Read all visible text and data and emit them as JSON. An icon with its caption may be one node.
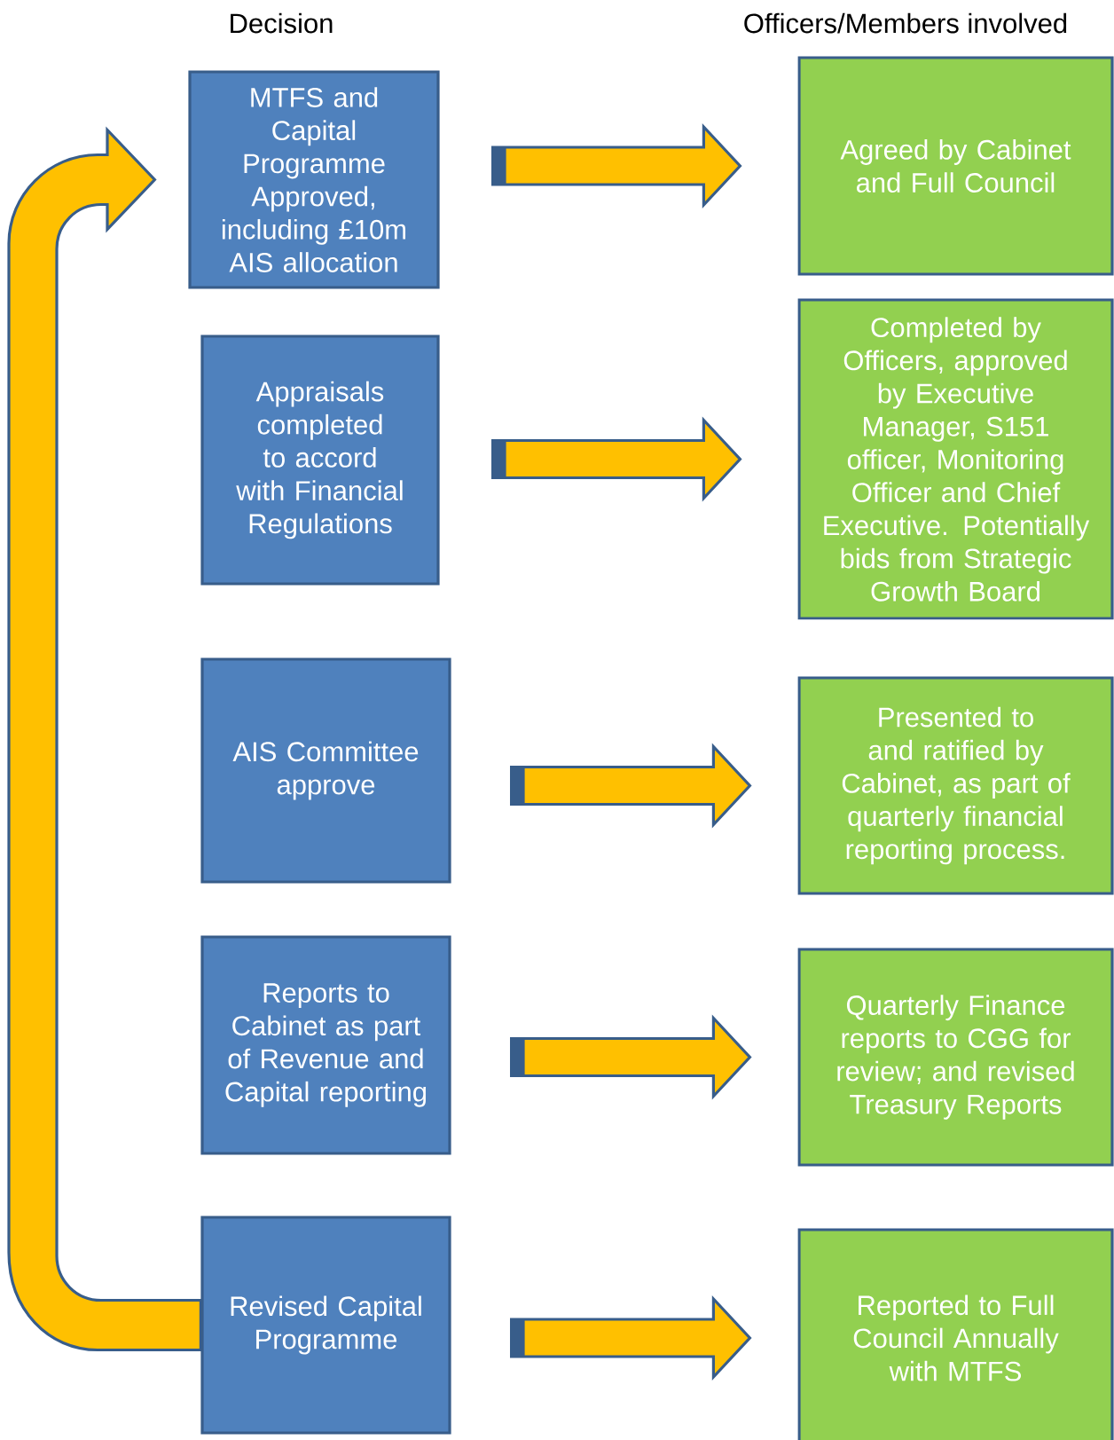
{
  "diagram": {
    "nodes": [
      {
        "text": [
          "MTFS and Capital Programme Approved, including £10m AIS allocation"
        ]
      },
      {
        "text": [
          "Agreed by Cabinet and Full Council"
        ]
      },
      {
        "text": [
          "Appraisals completed to accord with Financial Regulations"
        ]
      },
      {
        "text": [
          "Completed by Officers, approved by Executive Manager, S151 officer, Monitoring Officer and Chief Executive. Potentially bids from Strategic Growth Board"
        ]
      },
      {
        "text": [
          "AIS Committee approve"
        ]
      },
      {
        "text": [
          "Presented to and ratified by Cabinet, as part of quarterly financial reporting process."
        ]
      },
      {
        "text": [
          "Reports to Cabinet as part of Revenue and Capital reporting"
        ]
      },
      {
        "text": [
          "Quarterly Finance reports to CGG for review; and revised Treasury Reports"
        ]
      },
      {
        "text": [
          "Revised Capital Programme"
        ]
      },
      {
        "text": [
          "Reported to Full Council Annually with MTFS"
        ]
      }
    ],
    "edges": [
      {
        "from": 0,
        "to": 1,
        "arrow": "to"
      },
      {
        "from": 2,
        "to": 3,
        "arrow": "to"
      },
      {
        "from": 4,
        "to": 5,
        "arrow": "to"
      },
      {
        "from": 6,
        "to": 7,
        "arrow": "to"
      },
      {
        "from": 8,
        "to": 9,
        "arrow": "to"
      },
      {
        "from": 8,
        "to": 0,
        "arrow": "to"
      }
    ],
    "labels": [
      "Decision",
      "Officers/Members involved"
    ]
  }
}
